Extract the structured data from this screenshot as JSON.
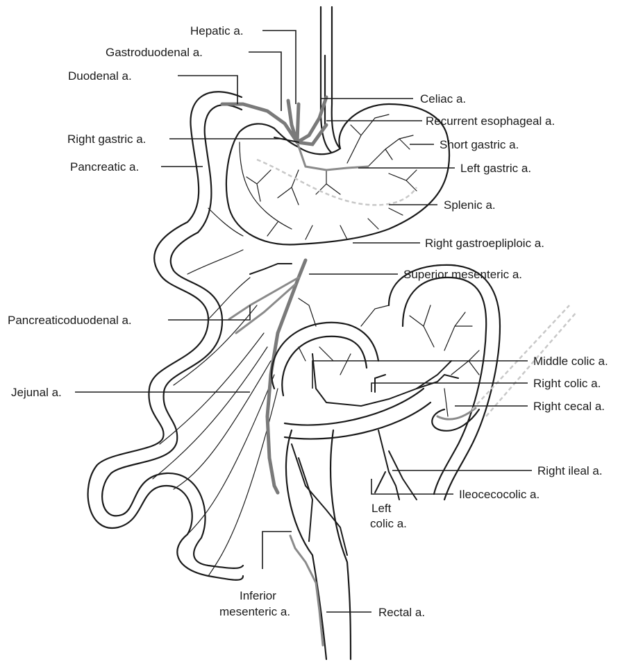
{
  "labels": {
    "hepatic": "Hepatic a.",
    "gastroduodenal": "Gastroduodenal a.",
    "duodenal": "Duodenal a.",
    "celiac": "Celiac a.",
    "recurrent_esophageal": "Recurrent esophageal a.",
    "right_gastric": "Right gastric a.",
    "short_gastric": "Short gastric a.",
    "pancreatic": "Pancreatic a.",
    "left_gastric": "Left gastric a.",
    "splenic": "Splenic a.",
    "right_gastroepiploic": "Right gastroepliploic a.",
    "superior_mesenteric": "Superior mesenteric a.",
    "pancreaticoduodenal": "Pancreaticoduodenal a.",
    "middle_colic": "Middle colic a.",
    "jejunal": "Jejunal a.",
    "right_colic": "Right colic a.",
    "right_cecal": "Right cecal a.",
    "right_ileal": "Right ileal a.",
    "ileocecocolic": "Ileocecocolic a.",
    "left_colic_line1": "Left",
    "left_colic_line2": "colic a.",
    "inferior_mesenteric_line1": "Inferior",
    "inferior_mesenteric_line2": "mesenteric a.",
    "rectal": "Rectal a."
  }
}
